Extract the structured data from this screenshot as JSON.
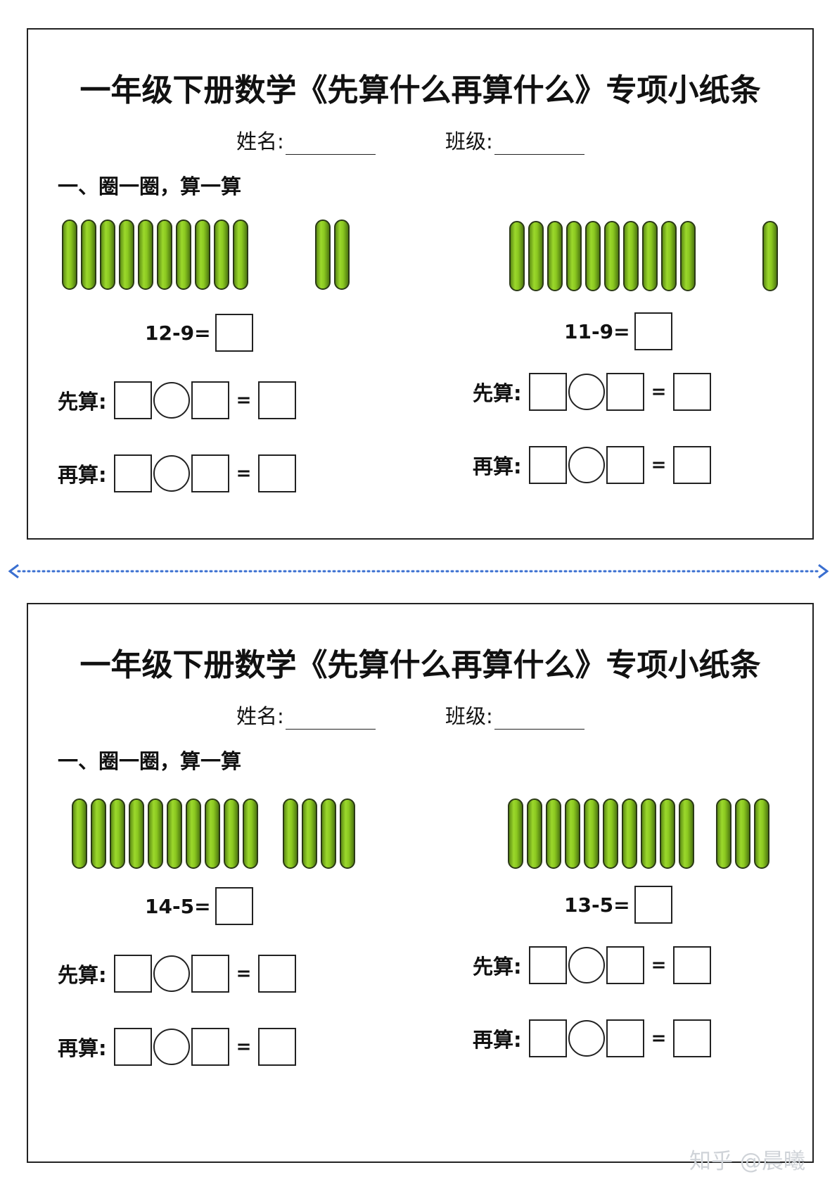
{
  "cards": [
    {
      "title": "一年级下册数学《先算什么再算什么》专项小纸条",
      "name_label": "姓名:",
      "class_label": "班级:",
      "section": "一、圈一圈，算一算",
      "problems": [
        {
          "sticks_left": 10,
          "sticks_right": 2,
          "expr": "12-9=",
          "step1": "先算:",
          "step2": "再算:",
          "eq": "="
        },
        {
          "sticks_left": 10,
          "sticks_right": 1,
          "expr": "11-9=",
          "step1": "先算:",
          "step2": "再算:",
          "eq": "="
        }
      ]
    },
    {
      "title": "一年级下册数学《先算什么再算什么》专项小纸条",
      "name_label": "姓名:",
      "class_label": "班级:",
      "section": "一、圈一圈，算一算",
      "problems": [
        {
          "sticks_left": 10,
          "sticks_right": 4,
          "expr": "14-5=",
          "step1": "先算:",
          "step2": "再算:",
          "eq": "="
        },
        {
          "sticks_left": 10,
          "sticks_right": 3,
          "expr": "13-5=",
          "step1": "先算:",
          "step2": "再算:",
          "eq": "="
        }
      ]
    }
  ],
  "divider_color": "#3a6fd0",
  "stick_color": "#8bc820",
  "watermark": "知乎 @晨曦"
}
